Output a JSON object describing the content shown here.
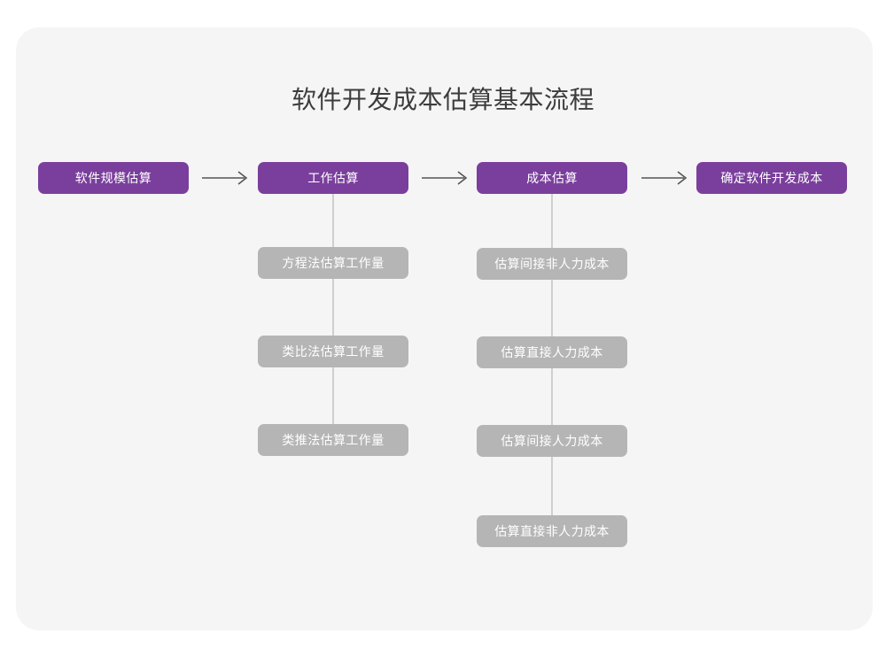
{
  "page": {
    "title": "软件开发成本估算基本流程",
    "background_color": "#ffffff",
    "card_color": "#f5f5f5"
  },
  "theme": {
    "primary_color": "#7a3f9d",
    "secondary_color": "#b5b5b5",
    "line_color": "#cfcfcf",
    "arrow_color": "#555555",
    "title_color": "#3c3c3c",
    "node_text_color": "#ffffff"
  },
  "flow": {
    "main_steps": [
      {
        "id": "step1",
        "label": "软件规模估算"
      },
      {
        "id": "step2",
        "label": "工作估算"
      },
      {
        "id": "step3",
        "label": "成本估算"
      },
      {
        "id": "step4",
        "label": "确定软件开发成本"
      }
    ],
    "arrows": [
      {
        "id": "arrow1",
        "glyph": "arrow-right-icon",
        "from": "step1",
        "to": "step2"
      },
      {
        "id": "arrow2",
        "glyph": "arrow-right-icon",
        "from": "step2",
        "to": "step3"
      },
      {
        "id": "arrow3",
        "glyph": "arrow-right-icon",
        "from": "step3",
        "to": "step4"
      }
    ],
    "branches": [
      {
        "parent": "step2",
        "items": [
          {
            "label": "方程法估算工作量"
          },
          {
            "label": "类比法估算工作量"
          },
          {
            "label": "类推法估算工作量"
          }
        ]
      },
      {
        "parent": "step3",
        "items": [
          {
            "label": "估算间接非人力成本"
          },
          {
            "label": "估算直接人力成本"
          },
          {
            "label": "估算间接人力成本"
          },
          {
            "label": "估算直接非人力成本"
          }
        ]
      }
    ]
  }
}
